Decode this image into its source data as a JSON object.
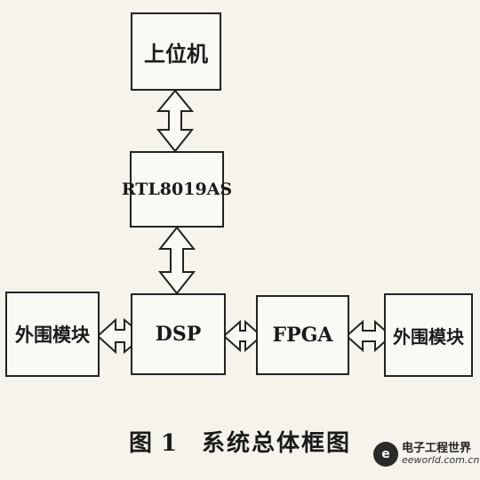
{
  "diagram": {
    "nodes": {
      "host": "上位机",
      "rtl": "RTL8019AS",
      "dsp": "DSP",
      "fpga": "FPGA",
      "periph_left": "外围模块",
      "periph_right": "外围模块"
    },
    "connections": [
      {
        "from": "host",
        "to": "rtl",
        "type": "bidirectional"
      },
      {
        "from": "rtl",
        "to": "dsp",
        "type": "bidirectional"
      },
      {
        "from": "periph_left",
        "to": "dsp",
        "type": "bidirectional"
      },
      {
        "from": "dsp",
        "to": "fpga",
        "type": "bidirectional"
      },
      {
        "from": "fpga",
        "to": "periph_right",
        "type": "bidirectional"
      }
    ]
  },
  "caption": {
    "prefix": "图",
    "number": "1",
    "text": "系统总体框图"
  },
  "watermark": {
    "logo": "e",
    "title": "电子工程世界",
    "url": "eeworld.com.cn"
  }
}
